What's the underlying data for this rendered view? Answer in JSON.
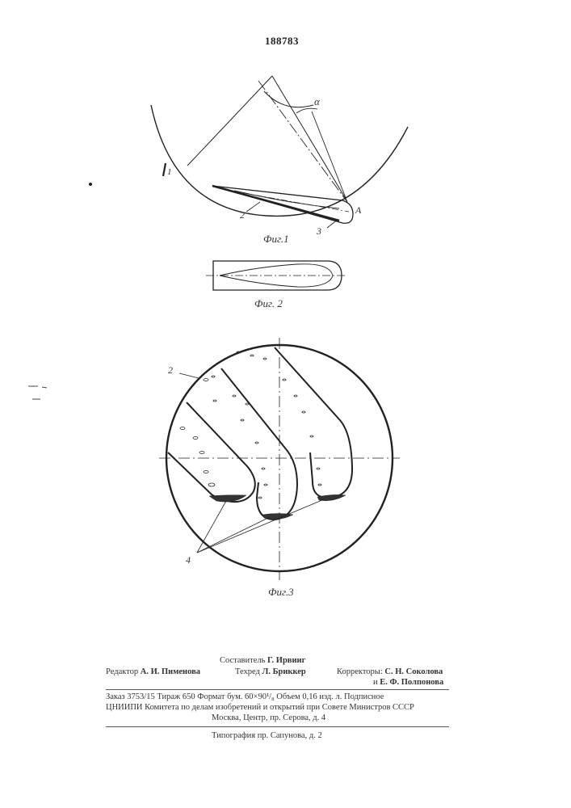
{
  "patent_number": "188783",
  "figures": {
    "fig1": {
      "caption": "Фиг.1",
      "label_1": "1",
      "label_2": "2",
      "label_3": "3",
      "label_A": "A",
      "label_alpha": "α"
    },
    "fig2": {
      "caption": "Фиг. 2"
    },
    "fig3": {
      "caption": "Фиг.3",
      "label_2": "2",
      "label_4": "4"
    }
  },
  "imprint": {
    "compiler_label": "Составитель",
    "compiler_name": "Г. Ирвииг",
    "editor_label": "Редактор",
    "editor_name": "А. И. Пименова",
    "techred_label": "Техред",
    "techred_name": "Л. Бриккер",
    "correctors_label": "Корректоры:",
    "corrector_1": "С. Н. Соколова",
    "corrector_2_prefix": "и",
    "corrector_2": "Е. Ф. Полпонова",
    "line1": "Заказ 3753/15   Тираж 650   Формат бум. 60×90¹/₈   Объем 0,16 изд. л.   Подписное",
    "line2": "ЦНИИПИ Комитета по делам изобретений и открытий при Совете Министров СССР",
    "line3": "Москва, Центр, пр. Серова, д. 4",
    "printer": "Типография пр. Сапунова, д. 2"
  }
}
